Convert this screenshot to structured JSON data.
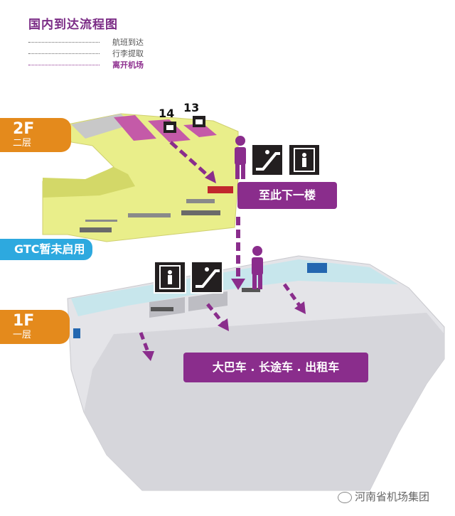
{
  "title": "国内到达流程图",
  "legend": [
    {
      "label": "航班到达"
    },
    {
      "label": "行李提取"
    },
    {
      "label": "离开机场"
    }
  ],
  "floor2": {
    "big": "2F",
    "small": "二层"
  },
  "floor1": {
    "big": "1F",
    "small": "一层"
  },
  "gates": [
    "14",
    "13"
  ],
  "down_label": "至此下一楼",
  "gtc_label": "GTC暂未启用",
  "transport_label": "大巴车 . 长途车 . 出租车",
  "footer": "河南省机场集团",
  "colors": {
    "accent_purple": "#8A2D8C",
    "floor_orange": "#E48A1C",
    "gtc_blue": "#2DA9DF",
    "floor2_yellow": "#E9EE8A"
  },
  "icons": [
    "person-icon",
    "escalator-icon",
    "elevator-icon",
    "baggage-icon",
    "wechat-icon"
  ]
}
